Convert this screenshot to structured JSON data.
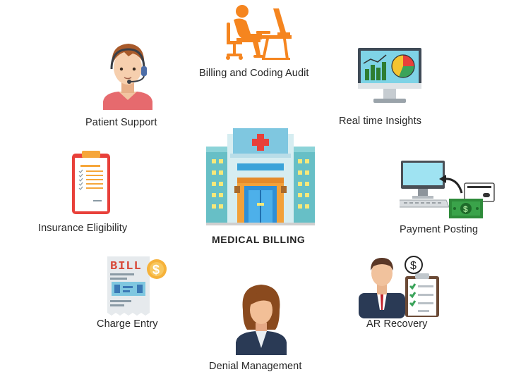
{
  "center": {
    "title": "MEDICAL BILLING",
    "bill_text": "BILL"
  },
  "nodes": [
    {
      "id": "billing-coding-audit",
      "label": "Billing and Coding Audit"
    },
    {
      "id": "real-time-insights",
      "label": "Real time Insights"
    },
    {
      "id": "payment-posting",
      "label": "Payment Posting"
    },
    {
      "id": "ar-recovery",
      "label": "AR Recovery"
    },
    {
      "id": "denial-management",
      "label": "Denial Management"
    },
    {
      "id": "charge-entry",
      "label": "Charge Entry"
    },
    {
      "id": "insurance-eligibility",
      "label": "Insurance Eligibility"
    },
    {
      "id": "patient-support",
      "label": "Patient Support"
    }
  ],
  "colors": {
    "orange": "#f5851f",
    "teal": "#5fbfc9",
    "red_cross": "#e8403a",
    "money_green": "#2e8b3a",
    "navy_suit": "#2a3a55"
  }
}
